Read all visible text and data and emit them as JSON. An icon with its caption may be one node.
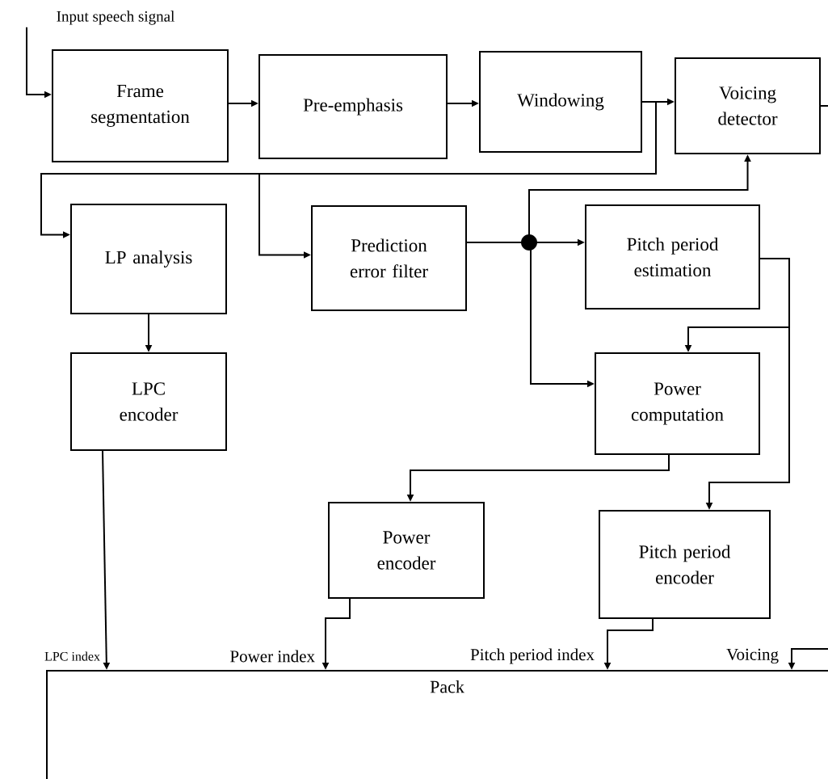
{
  "diagram": {
    "nodes": [
      {
        "text": [
          "Input speech signal"
        ]
      },
      {
        "text": [
          "Frame segmentation"
        ]
      },
      {
        "text": [
          "Pre-emphasis"
        ]
      },
      {
        "text": [
          "Windowing"
        ]
      },
      {
        "text": [
          "Voicing detector"
        ]
      },
      {
        "text": [
          "LP analysis"
        ]
      },
      {
        "text": [
          "Prediction error filter"
        ]
      },
      {
        "text": [
          "Pitch period estimation"
        ]
      },
      {
        "text": [
          "LPC encoder"
        ]
      },
      {
        "text": [
          "Power computation"
        ]
      },
      {
        "text": [
          "Power encoder"
        ]
      },
      {
        "text": [
          "Pitch period encoder"
        ]
      },
      {
        "text": [
          "Pack"
        ]
      }
    ],
    "edges": [
      {
        "from": 0,
        "to": 1,
        "arrow": "to"
      },
      {
        "from": 1,
        "to": 2,
        "arrow": "to"
      },
      {
        "from": 2,
        "to": 3,
        "arrow": "to"
      },
      {
        "from": 3,
        "to": 4,
        "arrow": "to"
      },
      {
        "from": 3,
        "to": 5,
        "arrow": "to"
      },
      {
        "from": 3,
        "to": 6,
        "arrow": "to"
      },
      {
        "from": 6,
        "to": 7,
        "arrow": "to"
      },
      {
        "from": 6,
        "to": 4,
        "arrow": "to"
      },
      {
        "from": 6,
        "to": 9,
        "arrow": "to"
      },
      {
        "from": 5,
        "to": 8,
        "arrow": "to"
      },
      {
        "from": 7,
        "to": 9,
        "arrow": "to"
      },
      {
        "from": 7,
        "to": 11,
        "arrow": "to"
      },
      {
        "from": 9,
        "to": 10,
        "arrow": "to"
      },
      {
        "from": 8,
        "to": 12,
        "arrow": "to",
        "label": "LPC index"
      },
      {
        "from": 10,
        "to": 12,
        "arrow": "to",
        "label": "Power index"
      },
      {
        "from": 11,
        "to": 12,
        "arrow": "to",
        "label": "Pitch period index"
      },
      {
        "from": 4,
        "to": 12,
        "arrow": "to",
        "label": "Voicing"
      }
    ]
  }
}
